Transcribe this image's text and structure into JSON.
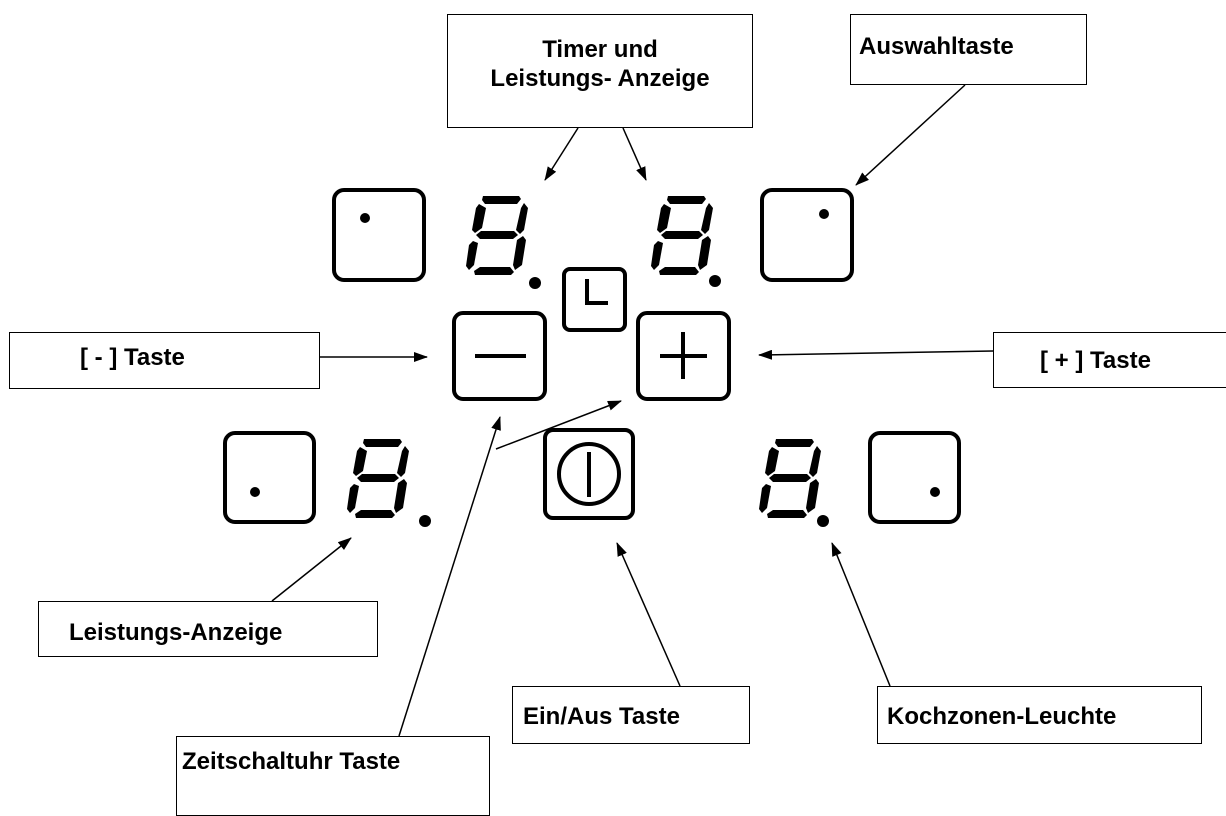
{
  "labels": {
    "timer_line1": "Timer und",
    "timer_line2": "Leistungs- Anzeige",
    "auswahltaste": "Auswahltaste",
    "minus_taste": "[ - ] Taste",
    "plus_taste": "[ + ] Taste",
    "leistungs_anzeige": "Leistungs-Anzeige",
    "ein_aus_taste": "Ein/Aus Taste",
    "kochzonen_leuchte": "Kochzonen-Leuchte",
    "zeitschaltuhr_taste": "Zeitschaltuhr Taste"
  },
  "panel": {
    "zone_select_buttons": 4,
    "digit_displays": 4,
    "symbols": [
      "timer-clock-icon",
      "minus-icon",
      "plus-icon",
      "power-icon"
    ]
  },
  "colors": {
    "ink": "#000000",
    "background": "#ffffff"
  }
}
